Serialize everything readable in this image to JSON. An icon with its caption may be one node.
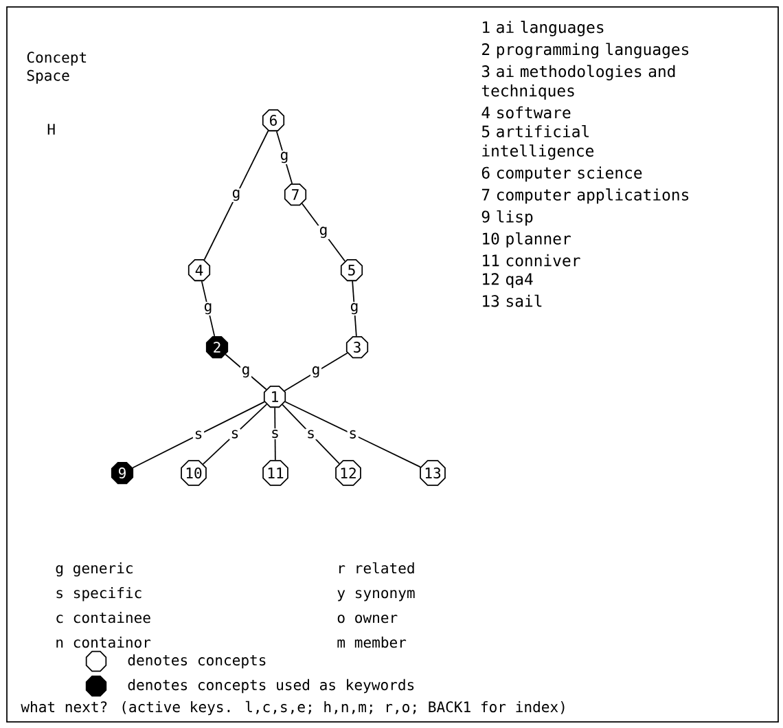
{
  "diagram": {
    "title": "Concept Space",
    "nodes": [
      {
        "text": [
          "6"
        ]
      },
      {
        "text": [
          "7"
        ]
      },
      {
        "text": [
          "4"
        ]
      },
      {
        "text": [
          "5"
        ]
      },
      {
        "text": [
          "2"
        ]
      },
      {
        "text": [
          "3"
        ]
      },
      {
        "text": [
          "1"
        ]
      },
      {
        "text": [
          "9"
        ]
      },
      {
        "text": [
          "10"
        ]
      },
      {
        "text": [
          "11"
        ]
      },
      {
        "text": [
          "12"
        ]
      },
      {
        "text": [
          "13"
        ]
      }
    ],
    "edges": [
      {
        "from": 0,
        "to": 1,
        "arrow": "none",
        "label": "g"
      },
      {
        "from": 0,
        "to": 2,
        "arrow": "none",
        "label": "g"
      },
      {
        "from": 1,
        "to": 3,
        "arrow": "none",
        "label": "g"
      },
      {
        "from": 2,
        "to": 4,
        "arrow": "none",
        "label": "g"
      },
      {
        "from": 3,
        "to": 5,
        "arrow": "none",
        "label": "g"
      },
      {
        "from": 4,
        "to": 6,
        "arrow": "none",
        "label": "g"
      },
      {
        "from": 5,
        "to": 6,
        "arrow": "none",
        "label": "g"
      },
      {
        "from": 6,
        "to": 7,
        "arrow": "none",
        "label": "s"
      },
      {
        "from": 6,
        "to": 8,
        "arrow": "none",
        "label": "s"
      },
      {
        "from": 6,
        "to": 9,
        "arrow": "none",
        "label": "s"
      },
      {
        "from": 6,
        "to": 10,
        "arrow": "none",
        "label": "s"
      },
      {
        "from": 6,
        "to": 11,
        "arrow": "none",
        "label": "s"
      }
    ],
    "labels": [
      "H",
      "1 ai languages",
      "2 programming languages",
      "3 ai methodologies and techniques",
      "4 software",
      "5 artificial intelligence",
      "6 computer science",
      "7 computer applications",
      "9 lisp",
      "10 planner",
      "11 conniver",
      "12 qa4",
      "13 sail",
      "what next? (active keys. l,c,s,e; h,n,m; r,o; BACK1 for index)"
    ],
    "legend": [
      {
        "text": "g generic"
      },
      {
        "text": "r related"
      },
      {
        "text": "s specific"
      },
      {
        "text": "y synonym"
      },
      {
        "text": "c containee"
      },
      {
        "text": "o owner"
      },
      {
        "text": "n containor"
      },
      {
        "text": "m member"
      },
      {
        "text": "denotes concepts"
      },
      {
        "text": "denotes concepts used as keywords"
      }
    ]
  }
}
